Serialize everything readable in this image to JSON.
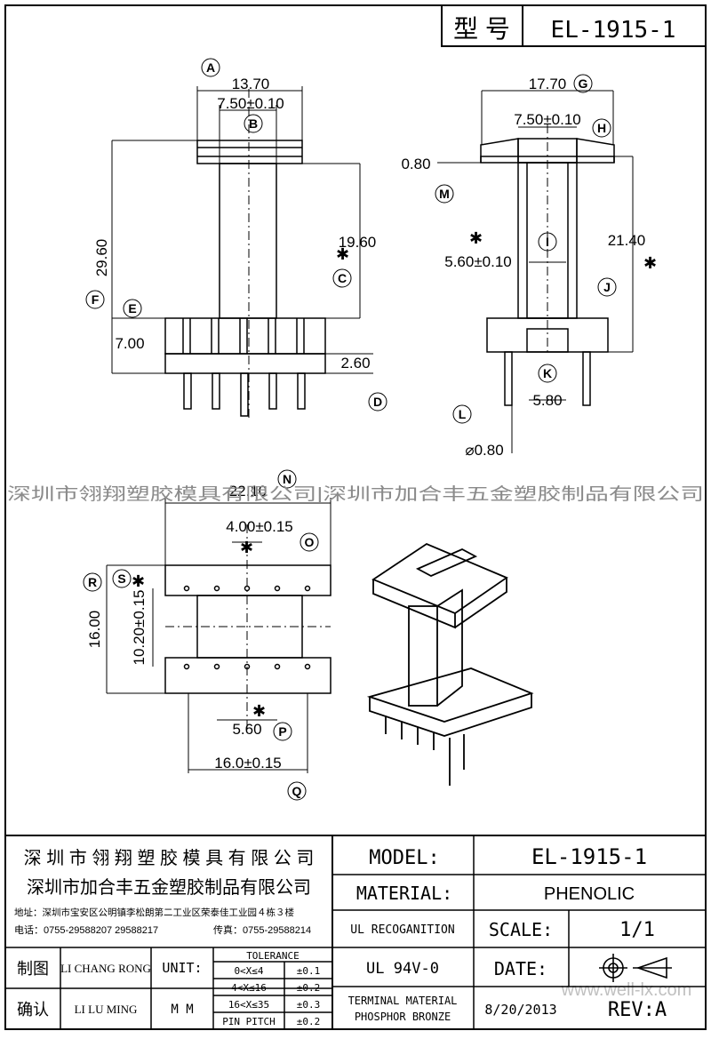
{
  "header": {
    "label": "型 号",
    "model": "EL-1915-1"
  },
  "watermark": {
    "text": "深圳市翎翔塑胶模具有限公司|深圳市加合丰五金塑胶制品有限公司",
    "url": "www.well-lx.com"
  },
  "views": {
    "front": {
      "dims": {
        "top_width": "13.70",
        "core_width": "7.50±0.10",
        "height": "29.60",
        "flange_height": "19.60",
        "base_height": "7.00",
        "pin_len": "2.60"
      }
    },
    "side": {
      "dims": {
        "width": "17.70",
        "core": "7.50±0.10",
        "flange_thk": "0.80",
        "inner": "5.60±0.10",
        "height": "21.40",
        "pin_gap": "5.80",
        "pin_dia": "⌀0.80"
      }
    },
    "bottom": {
      "dims": {
        "width": "22.10",
        "pitch": "4.00±0.15",
        "outer": "16.00",
        "inner": "10.20±0.15",
        "row_pitch": "5.60",
        "span": "16.0±0.15"
      }
    }
  },
  "markers": [
    "A",
    "B",
    "C",
    "D",
    "E",
    "F",
    "G",
    "H",
    "I",
    "J",
    "K",
    "L",
    "M",
    "N",
    "O",
    "P",
    "Q",
    "R",
    "S"
  ],
  "title_block": {
    "company1": "深 圳 市 翎 翔 塑 胶 模 具 有 限 公 司",
    "company2": "深圳市加合丰五金塑胶制品有限公司",
    "address": "地址：深圳市宝安区公明镇李松朗第二工业区荣泰佳工业园４栋３楼",
    "phone": "电话：0755-29588207  29588217",
    "fax": "传真：0755-29588214",
    "model_label": "MODEL:",
    "model_value": "EL-1915-1",
    "material_label": "MATERIAL:",
    "material_value": "PHENOLIC",
    "ul_label": "UL RECOGANITION",
    "ul_value": "UL 94V-0",
    "scale_label": "SCALE:",
    "scale_value": "1/1",
    "date_label": "DATE:",
    "date_value": "8/20/2013",
    "terminal_line1": "TERMINAL MATERIAL",
    "terminal_line2": "PHOSPHOR  BRONZE",
    "rev": "REV:A",
    "drawn_label": "制图",
    "drawn_value": "LI CHANG RONG",
    "checked_label": "确认",
    "checked_value": "LI LU MING",
    "unit_label": "UNIT:",
    "unit_value": "M M",
    "tolerance_title": "TOLERANCE",
    "tolerances": [
      {
        "range": "0<X≤4",
        "value": "±0.1"
      },
      {
        "range": "4<X≤16",
        "value": "±0.2"
      },
      {
        "range": "16<X≤35",
        "value": "±0.3"
      },
      {
        "range": "PIN PITCH",
        "value": "±0.2"
      }
    ]
  }
}
